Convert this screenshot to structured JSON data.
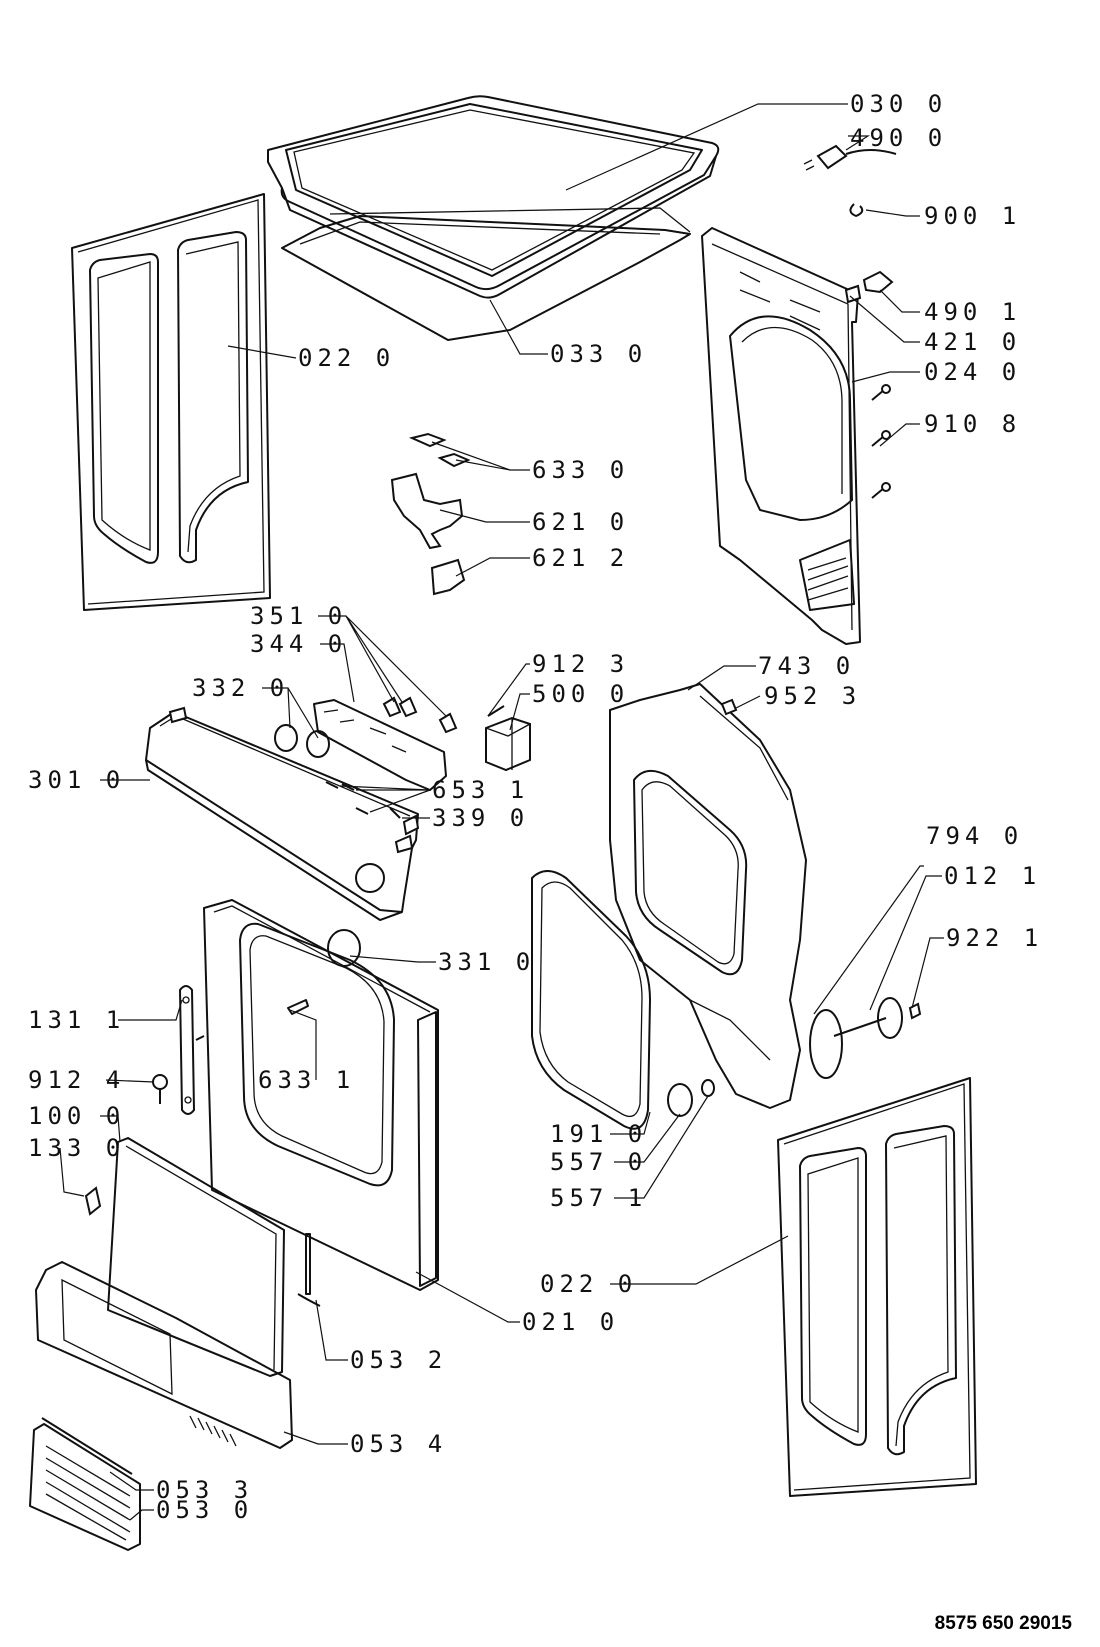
{
  "diagram": {
    "labels": {
      "l030_0": "030 0",
      "l490_0": "490 0",
      "l900_1": "900 1",
      "l490_1": "490 1",
      "l421_0": "421 0",
      "l024_0": "024 0",
      "l910_8": "910 8",
      "l022_0_top": "022 0",
      "l033_0": "033 0",
      "l633_0": "633 0",
      "l621_0": "621 0",
      "l621_2": "621 2",
      "l351_0": "351 0",
      "l344_0": "344 0",
      "l332_0": "332 0",
      "l301_0": "301 0",
      "l912_3": "912 3",
      "l500_0": "500 0",
      "l743_0": "743 0",
      "l952_3": "952 3",
      "l653_1": "653 1",
      "l339_0": "339 0",
      "l794_0": "794 0",
      "l012_1": "012 1",
      "l922_1": "922 1",
      "l331_0": "331 0",
      "l131_1": "131 1",
      "l633_1": "633 1",
      "l912_4": "912 4",
      "l100_0": "100 0",
      "l133_0": "133 0",
      "l191_0": "191 0",
      "l557_0": "557 0",
      "l557_1": "557 1",
      "l022_0_bottom": "022 0",
      "l021_0": "021 0",
      "l053_2": "053 2",
      "l053_4": "053 4",
      "l053_3": "053 3",
      "l053_0": "053 0"
    },
    "drawing_code": "8575 650 29015"
  }
}
